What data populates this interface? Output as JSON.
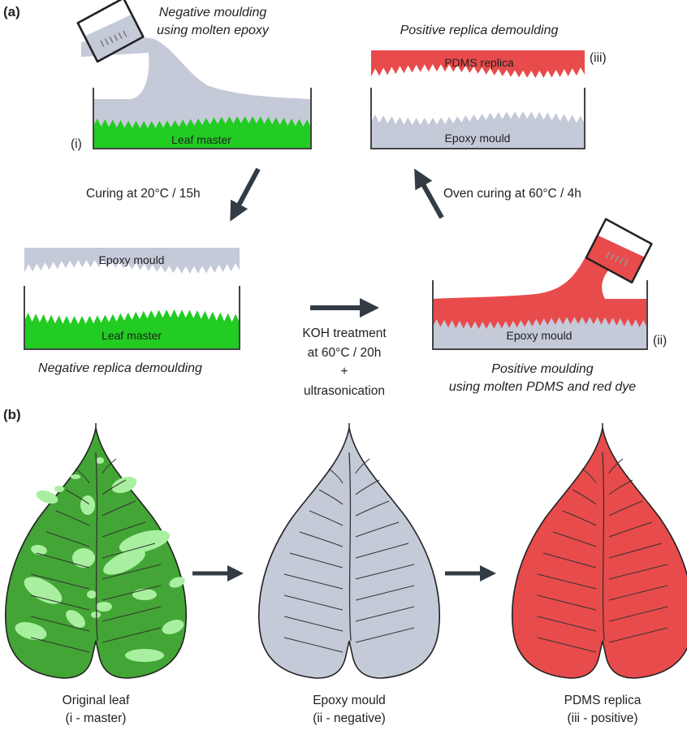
{
  "panel_a": {
    "label": "(a)",
    "step_i": {
      "title_line1": "Negative moulding",
      "title_line2": "using molten epoxy",
      "inner_label": "Leaf master",
      "tag": "(i)"
    },
    "step_iii": {
      "title": "Positive replica demoulding",
      "top_label": "PDMS replica",
      "inner_label": "Epoxy mould",
      "tag": "(iii)"
    },
    "arrow_curing": "Curing at 20°C / 15h",
    "arrow_oven": "Oven curing at 60°C / 4h",
    "negative_demould": {
      "top_label": "Epoxy mould",
      "inner_label": "Leaf master",
      "caption": "Negative replica demoulding"
    },
    "koh": {
      "line1": "KOH treatment",
      "line2": "at 60°C / 20h",
      "line3": "+",
      "line4": "ultrasonication"
    },
    "step_ii": {
      "inner_label": "Epoxy mould",
      "tag": "(ii)",
      "caption_line1": "Positive moulding",
      "caption_line2": "using molten PDMS and red dye"
    }
  },
  "panel_b": {
    "label": "(b)",
    "leaves": [
      {
        "name": "Original leaf",
        "sub": "(i - master)",
        "color": "#43a535",
        "spots": true
      },
      {
        "name": "Epoxy mould",
        "sub": "(ii - negative)",
        "color": "#c5cad9",
        "spots": false
      },
      {
        "name": "PDMS replica",
        "sub": "(iii - positive)",
        "color": "#e84b4b",
        "spots": false
      }
    ]
  },
  "colors": {
    "epoxy": "#c5cad9",
    "green": "#22cc22",
    "red": "#e84b4b",
    "arrow": "#333b44",
    "spot": "#a8f0a0"
  }
}
